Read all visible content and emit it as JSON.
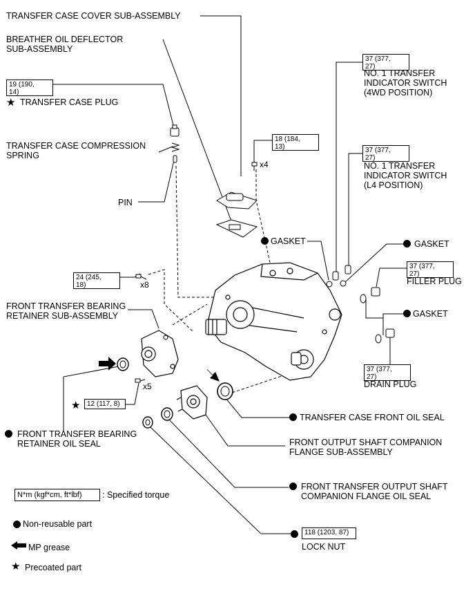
{
  "labels": {
    "cover": "TRANSFER CASE COVER SUB-ASSEMBLY",
    "breather": "BREATHER OIL DEFLECTOR\nSUB-ASSEMBLY",
    "plug": "TRANSFER CASE PLUG",
    "spring": "TRANSFER CASE COMPRESSION\nSPRING",
    "pin": "PIN",
    "gasket_left": "GASKET",
    "gasket_right_top": "GASKET",
    "gasket_right_mid": "GASKET",
    "switch_4wd": "NO. 1 TRANSFER\nINDICATOR SWITCH\n(4WD POSITION)",
    "switch_l4": "NO. 1 TRANSFER\nINDICATOR SWITCH\n(L4 POSITION)",
    "filler_plug": "FILLER PLUG",
    "drain_plug": "DRAIN PLUG",
    "bearing_retainer": "FRONT TRANSFER BEARING\nRETAINER SUB-ASSEMBLY",
    "bearing_oil_seal": "FRONT TRANSFER BEARING\nRETAINER OIL SEAL",
    "front_oil_seal": "TRANSFER CASE FRONT OIL SEAL",
    "companion_flange": "FRONT OUTPUT SHAFT COMPANION\nFLANGE SUB-ASSEMBLY",
    "flange_oil_seal": "FRONT TRANSFER OUTPUT SHAFT\nCOMPANION FLANGE OIL SEAL",
    "lock_nut": "LOCK NUT"
  },
  "torques": {
    "plug": "19 (190,\n14)",
    "cover_bolt": "18 (184,\n13)",
    "switch_4wd": "37 (377,\n27)",
    "switch_l4": "37 (377,\n27)",
    "filler": "37 (377,\n27)",
    "retainer_bolt": "24 (245,\n18)",
    "retainer_bolt_small": "12 (117, 8)",
    "drain": "37 (377,\n27)",
    "lock_nut": "118 (1203, 87)"
  },
  "quantities": {
    "x4": "x4",
    "x8": "x8",
    "x5": "x5"
  },
  "legend": {
    "torque_box": "N*m (kgf*cm, ft*lbf)",
    "torque_text": ": Specified torque",
    "nonreusable": "Non-reusable part",
    "grease": "MP grease",
    "precoated": "Precoated part"
  },
  "symbols": {
    "dot": "●",
    "star": "★",
    "arrow": "🡄"
  }
}
